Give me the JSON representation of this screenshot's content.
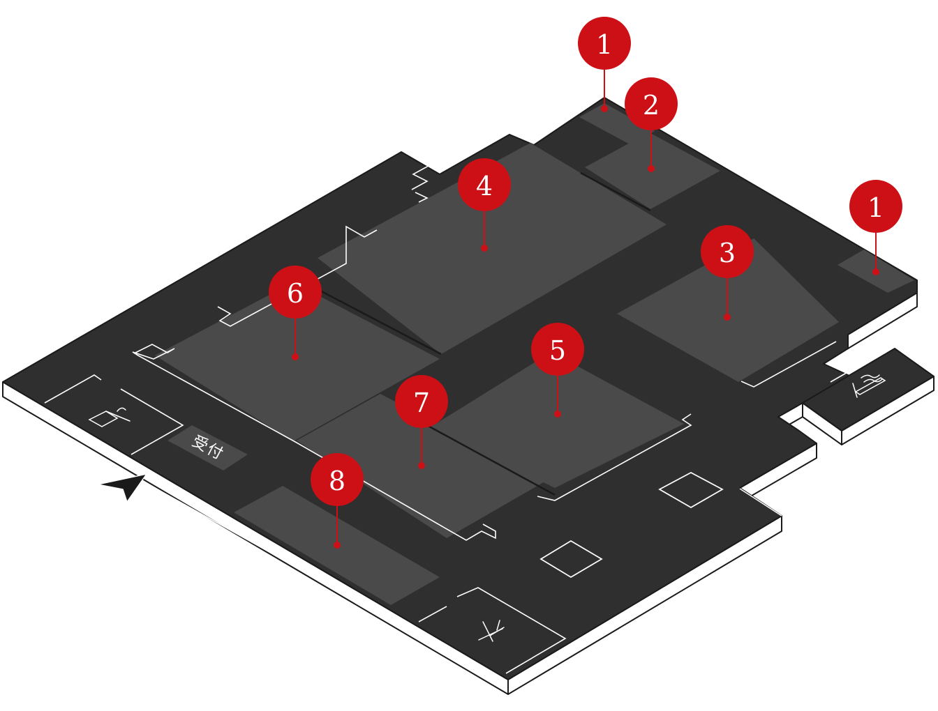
{
  "map": {
    "reception_label": "受付",
    "colors": {
      "floor": "#2f2f2f",
      "room": "#4a4a4a",
      "edge": "#ffffff",
      "outline": "#1a1a1a",
      "marker": "#cc1016",
      "marker_text": "#ffffff"
    },
    "icons": [
      "coat-hanger-icon",
      "smoking-icon",
      "cocktail-icon",
      "entrance-arrow-icon"
    ],
    "markers": [
      {
        "id": "m1a",
        "label": "1"
      },
      {
        "id": "m2",
        "label": "2"
      },
      {
        "id": "m1b",
        "label": "1"
      },
      {
        "id": "m4",
        "label": "4"
      },
      {
        "id": "m3",
        "label": "3"
      },
      {
        "id": "m6",
        "label": "6"
      },
      {
        "id": "m5",
        "label": "5"
      },
      {
        "id": "m7",
        "label": "7"
      },
      {
        "id": "m8",
        "label": "8"
      }
    ]
  }
}
